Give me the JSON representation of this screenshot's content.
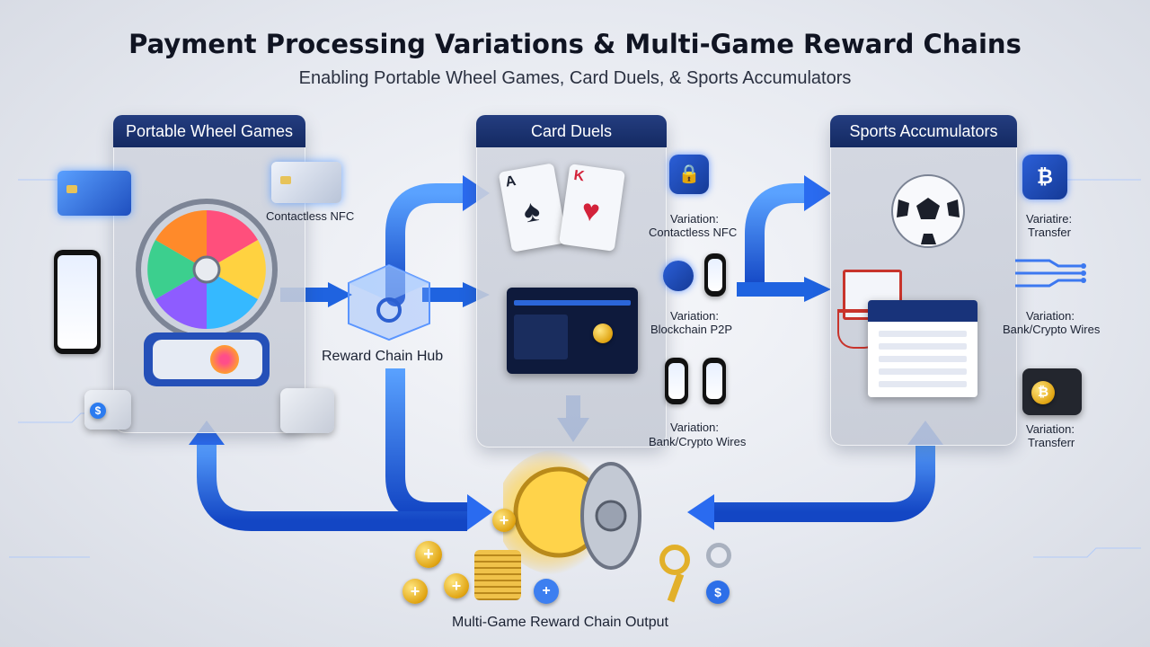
{
  "header": {
    "title": "Payment Processing Variations & Multi-Game Reward Chains",
    "subtitle": "Enabling Portable Wheel Games, Card Duels, & Sports Accumulators"
  },
  "panels": {
    "wheel": {
      "title": "Portable Wheel Games",
      "label": "Contactless NFC"
    },
    "cards": {
      "title": "Card Duels"
    },
    "sports": {
      "title": "Sports Accumulators"
    }
  },
  "hub": {
    "label": "Reward Chain Hub"
  },
  "card_duels_variations": [
    {
      "line1": "Variation:",
      "line2": "Contactless NFC"
    },
    {
      "line1": "Variation:",
      "line2": "Blockchain P2P"
    },
    {
      "line1": "Variation:",
      "line2": "Bank/Crypto Wires"
    }
  ],
  "sports_variations": [
    {
      "line1": "Variatire:",
      "line2": "Transfer"
    },
    {
      "line1": "Variation:",
      "line2": "Bank/Crypto Wires"
    },
    {
      "line1": "Variation:",
      "line2": "Transferr"
    }
  ],
  "output": {
    "label": "Multi-Game Reward Chain Output"
  },
  "card_letters": {
    "ace": "A",
    "king": "K"
  },
  "colors": {
    "arrow_blue": "#1f63e0",
    "panel_header": "#1b3372",
    "gold": "#e0a412"
  }
}
